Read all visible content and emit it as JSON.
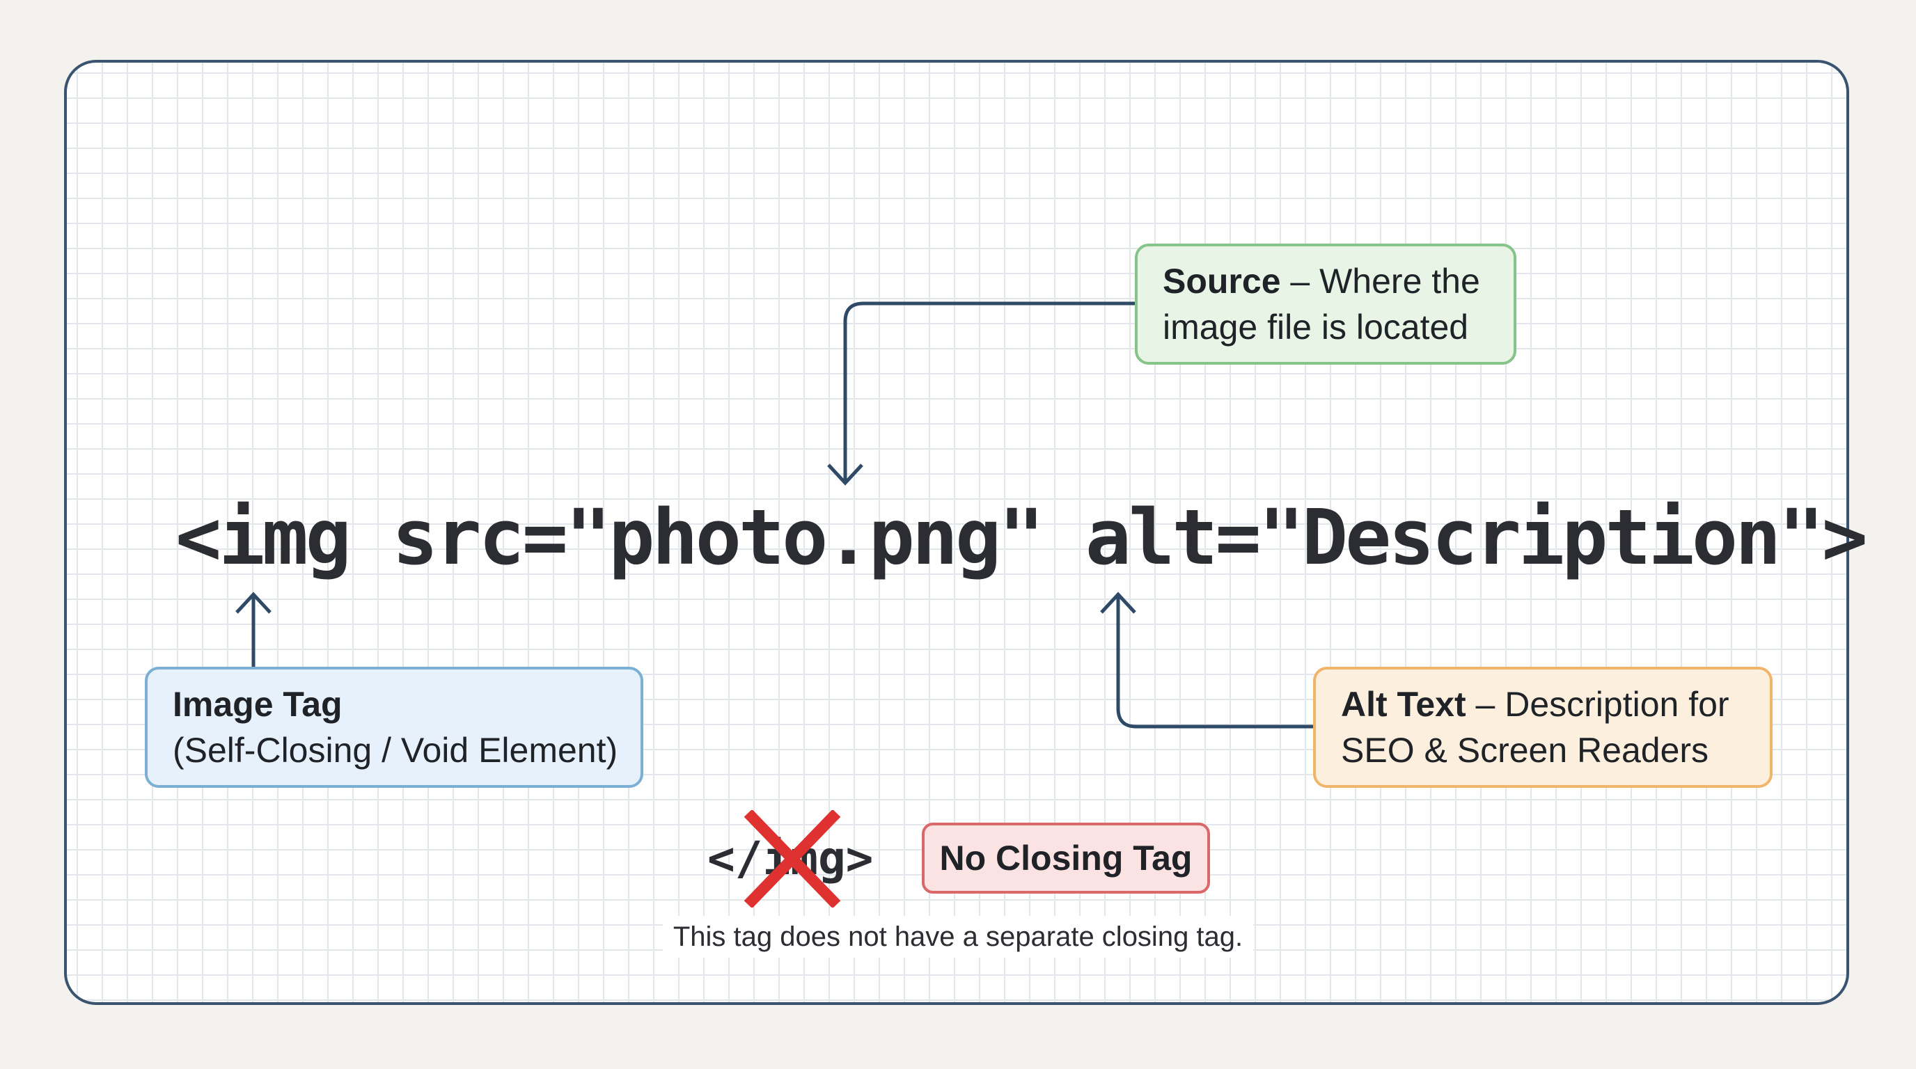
{
  "colors": {
    "page_background": "#f3f2ef",
    "card_border": "#3a5470",
    "grid_line": "#e3e6eb",
    "connector": "#2f4a66",
    "source_fill": "#e7f4e6",
    "source_border": "#86c48a",
    "image_tag_fill": "#e7f1fb",
    "image_tag_border": "#7cafd4",
    "alt_fill": "#fcefdd",
    "alt_border": "#f0b46a",
    "badge_fill": "#fbe3e3",
    "badge_border": "#d9686a",
    "x_mark": "#e03131"
  },
  "code": {
    "line": "<img src=\"photo.png\" alt=\"Description\">"
  },
  "callouts": {
    "source": {
      "title": "Source",
      "separator": " – ",
      "text_line1": "Where the",
      "text_line2": "image file is located"
    },
    "image_tag": {
      "title": "Image Tag",
      "subtitle": "(Self-Closing / Void Element)"
    },
    "alt_text": {
      "title": "Alt Text",
      "separator": " – ",
      "text_line1": "Description for",
      "text_line2": "SEO & Screen Readers"
    }
  },
  "closing": {
    "tag": "</img>",
    "badge": "No Closing Tag",
    "note": "This tag does not have a separate closing tag."
  }
}
